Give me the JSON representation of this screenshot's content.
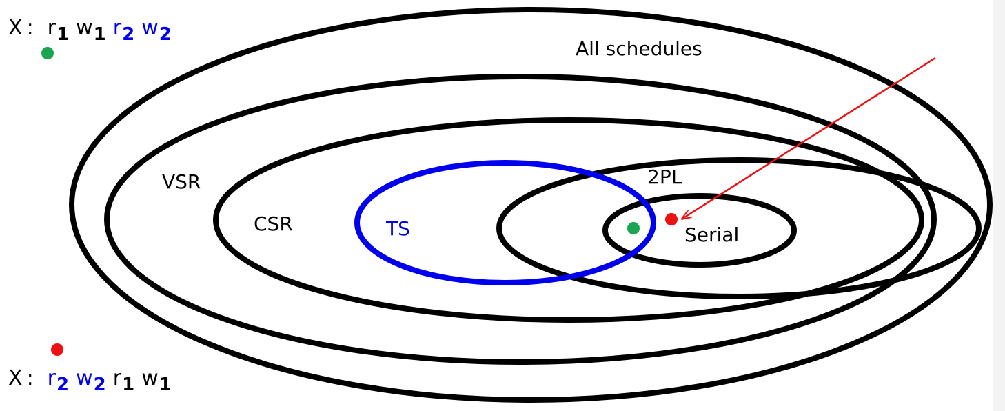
{
  "diagram": {
    "sets": {
      "all": "All schedules",
      "vsr": "VSR",
      "csr": "CSR",
      "ts": "TS",
      "twopl": "2PL",
      "serial": "Serial"
    },
    "colors": {
      "ring": "#000000",
      "ts_ring": "#0000ee",
      "arrow": "#ee1111",
      "dot_green": "#1aa551",
      "dot_red": "#ee1111",
      "blue_text": "#0000ee"
    }
  },
  "schedule_top": {
    "variable": "X",
    "colon": ":",
    "ops": [
      {
        "letter": "r",
        "index": "1",
        "color": "black"
      },
      {
        "letter": "w",
        "index": "1",
        "color": "black"
      },
      {
        "letter": "r",
        "index": "2",
        "color": "blue"
      },
      {
        "letter": "w",
        "index": "2",
        "color": "blue"
      }
    ]
  },
  "schedule_bottom": {
    "variable": "X",
    "colon": ":",
    "ops": [
      {
        "letter": "r",
        "index": "2",
        "color": "blue"
      },
      {
        "letter": "w",
        "index": "2",
        "color": "blue"
      },
      {
        "letter": "r",
        "index": "1",
        "color": "black"
      },
      {
        "letter": "w",
        "index": "1",
        "color": "black"
      }
    ]
  }
}
